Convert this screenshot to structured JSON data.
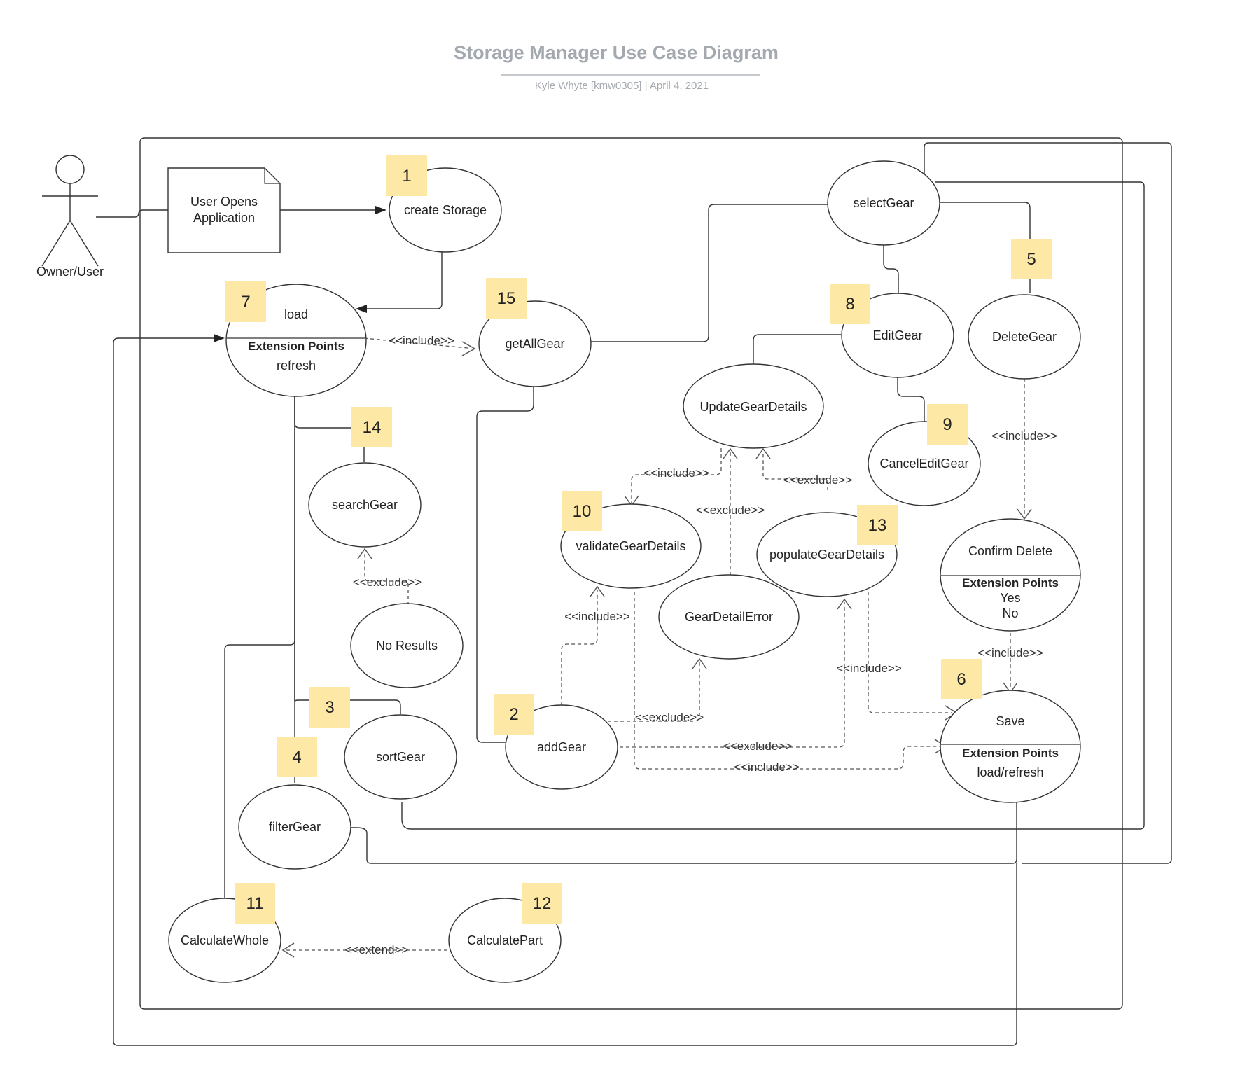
{
  "header": {
    "title": "Storage Manager Use Case Diagram",
    "subtitle": "Kyle Whyte [kmw0305]  |  April 4, 2021"
  },
  "actor": {
    "label": "Owner/User",
    "icon": "stick-figure-actor"
  },
  "note": {
    "label_line1": "User Opens",
    "label_line2": "Application"
  },
  "use_cases": {
    "create_storage": "create Storage",
    "load": "load",
    "load_ext_title": "Extension Points",
    "load_ext_value": "refresh",
    "get_all_gear": "getAllGear",
    "select_gear": "selectGear",
    "edit_gear": "EditGear",
    "delete_gear": "DeleteGear",
    "update_gear_details": "UpdateGearDetails",
    "cancel_edit_gear": "CancelEditGear",
    "search_gear": "searchGear",
    "no_results": "No Results",
    "validate_gear_details": "validateGearDetails",
    "populate_gear_details": "populateGearDetails",
    "gear_detail_error": "GearDetailError",
    "confirm_delete": "Confirm Delete",
    "confirm_ext_title": "Extension Points",
    "confirm_ext_yes": "Yes",
    "confirm_ext_no": "No",
    "sort_gear": "sortGear",
    "filter_gear": "filterGear",
    "add_gear": "addGear",
    "save": "Save",
    "save_ext_title": "Extension Points",
    "save_ext_value": "load/refresh",
    "calculate_whole": "CalculateWhole",
    "calculate_part": "CalculatePart"
  },
  "relations": {
    "load_include_getallgear": "<<include>>",
    "delete_include_confirm": "<<include>>",
    "validate_include": "<<include>>",
    "update_exclude_populate": "<<exclude>>",
    "error_exclude_update": "<<exclude>>",
    "noresults_exclude_search": "<<exclude>>",
    "add_include_validate": "<<include>>",
    "populate_include_save": "<<include>>",
    "confirm_include_save": "<<include>>",
    "add_exclude_error": "<<exclude>>",
    "add_exclude_populate": "<<exclude>>",
    "add_include_save": "<<include>>",
    "part_extend_whole": "<<extend>>"
  },
  "sticky_notes": {
    "n1": "1",
    "n2": "2",
    "n3": "3",
    "n4": "4",
    "n5": "5",
    "n6": "6",
    "n7": "7",
    "n8": "8",
    "n9": "9",
    "n10": "10",
    "n11": "11",
    "n12": "12",
    "n13": "13",
    "n14": "14",
    "n15": "15"
  },
  "colors": {
    "title": "#a4a9b0",
    "sticky_note": "#fde8a6",
    "stroke": "#333333"
  }
}
